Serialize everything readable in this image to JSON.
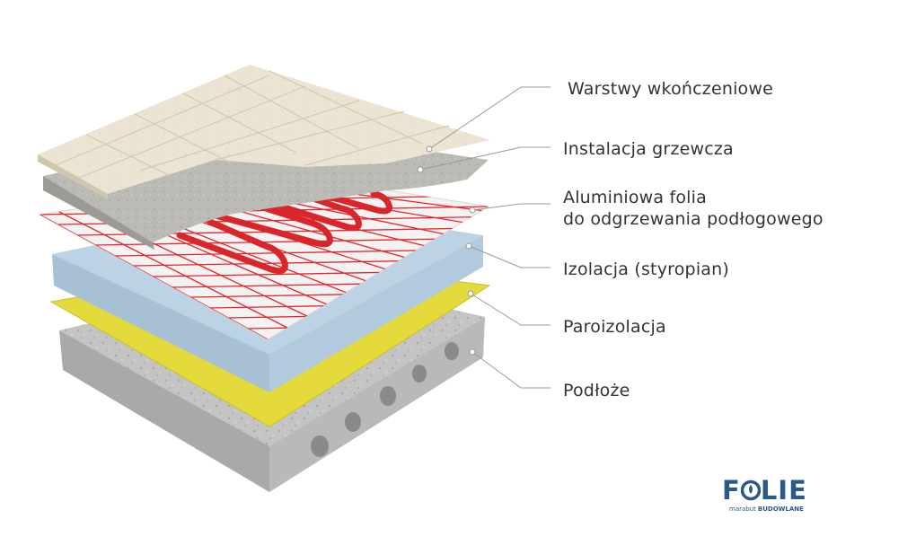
{
  "labels": [
    "Warstwy wkończeniowe",
    "Instalacja grzewcza",
    "Aluminiowa folia\ndo odgrzewania podłogowego",
    "Izolacja (styropian)",
    "Paroizolacja",
    "Podłoże"
  ],
  "logo": {
    "word_left": "F",
    "word_right": "LIE",
    "small_left": "marabut",
    "small_right": "BUDOWLANE"
  },
  "colors": {
    "tiles": "#e8e1cf",
    "screed": "#b9b7b2",
    "grid_foil": "#f1f1f1",
    "grid_lines": "#e8252b",
    "pipe": "#d9262b",
    "styrofoam": "#b9d0e2",
    "vapor_barrier": "#e2d83a",
    "concrete": "#bfbfbf",
    "leader_lines": "#9a9a9a",
    "text": "#333333",
    "logo": "#2b5a8a"
  }
}
